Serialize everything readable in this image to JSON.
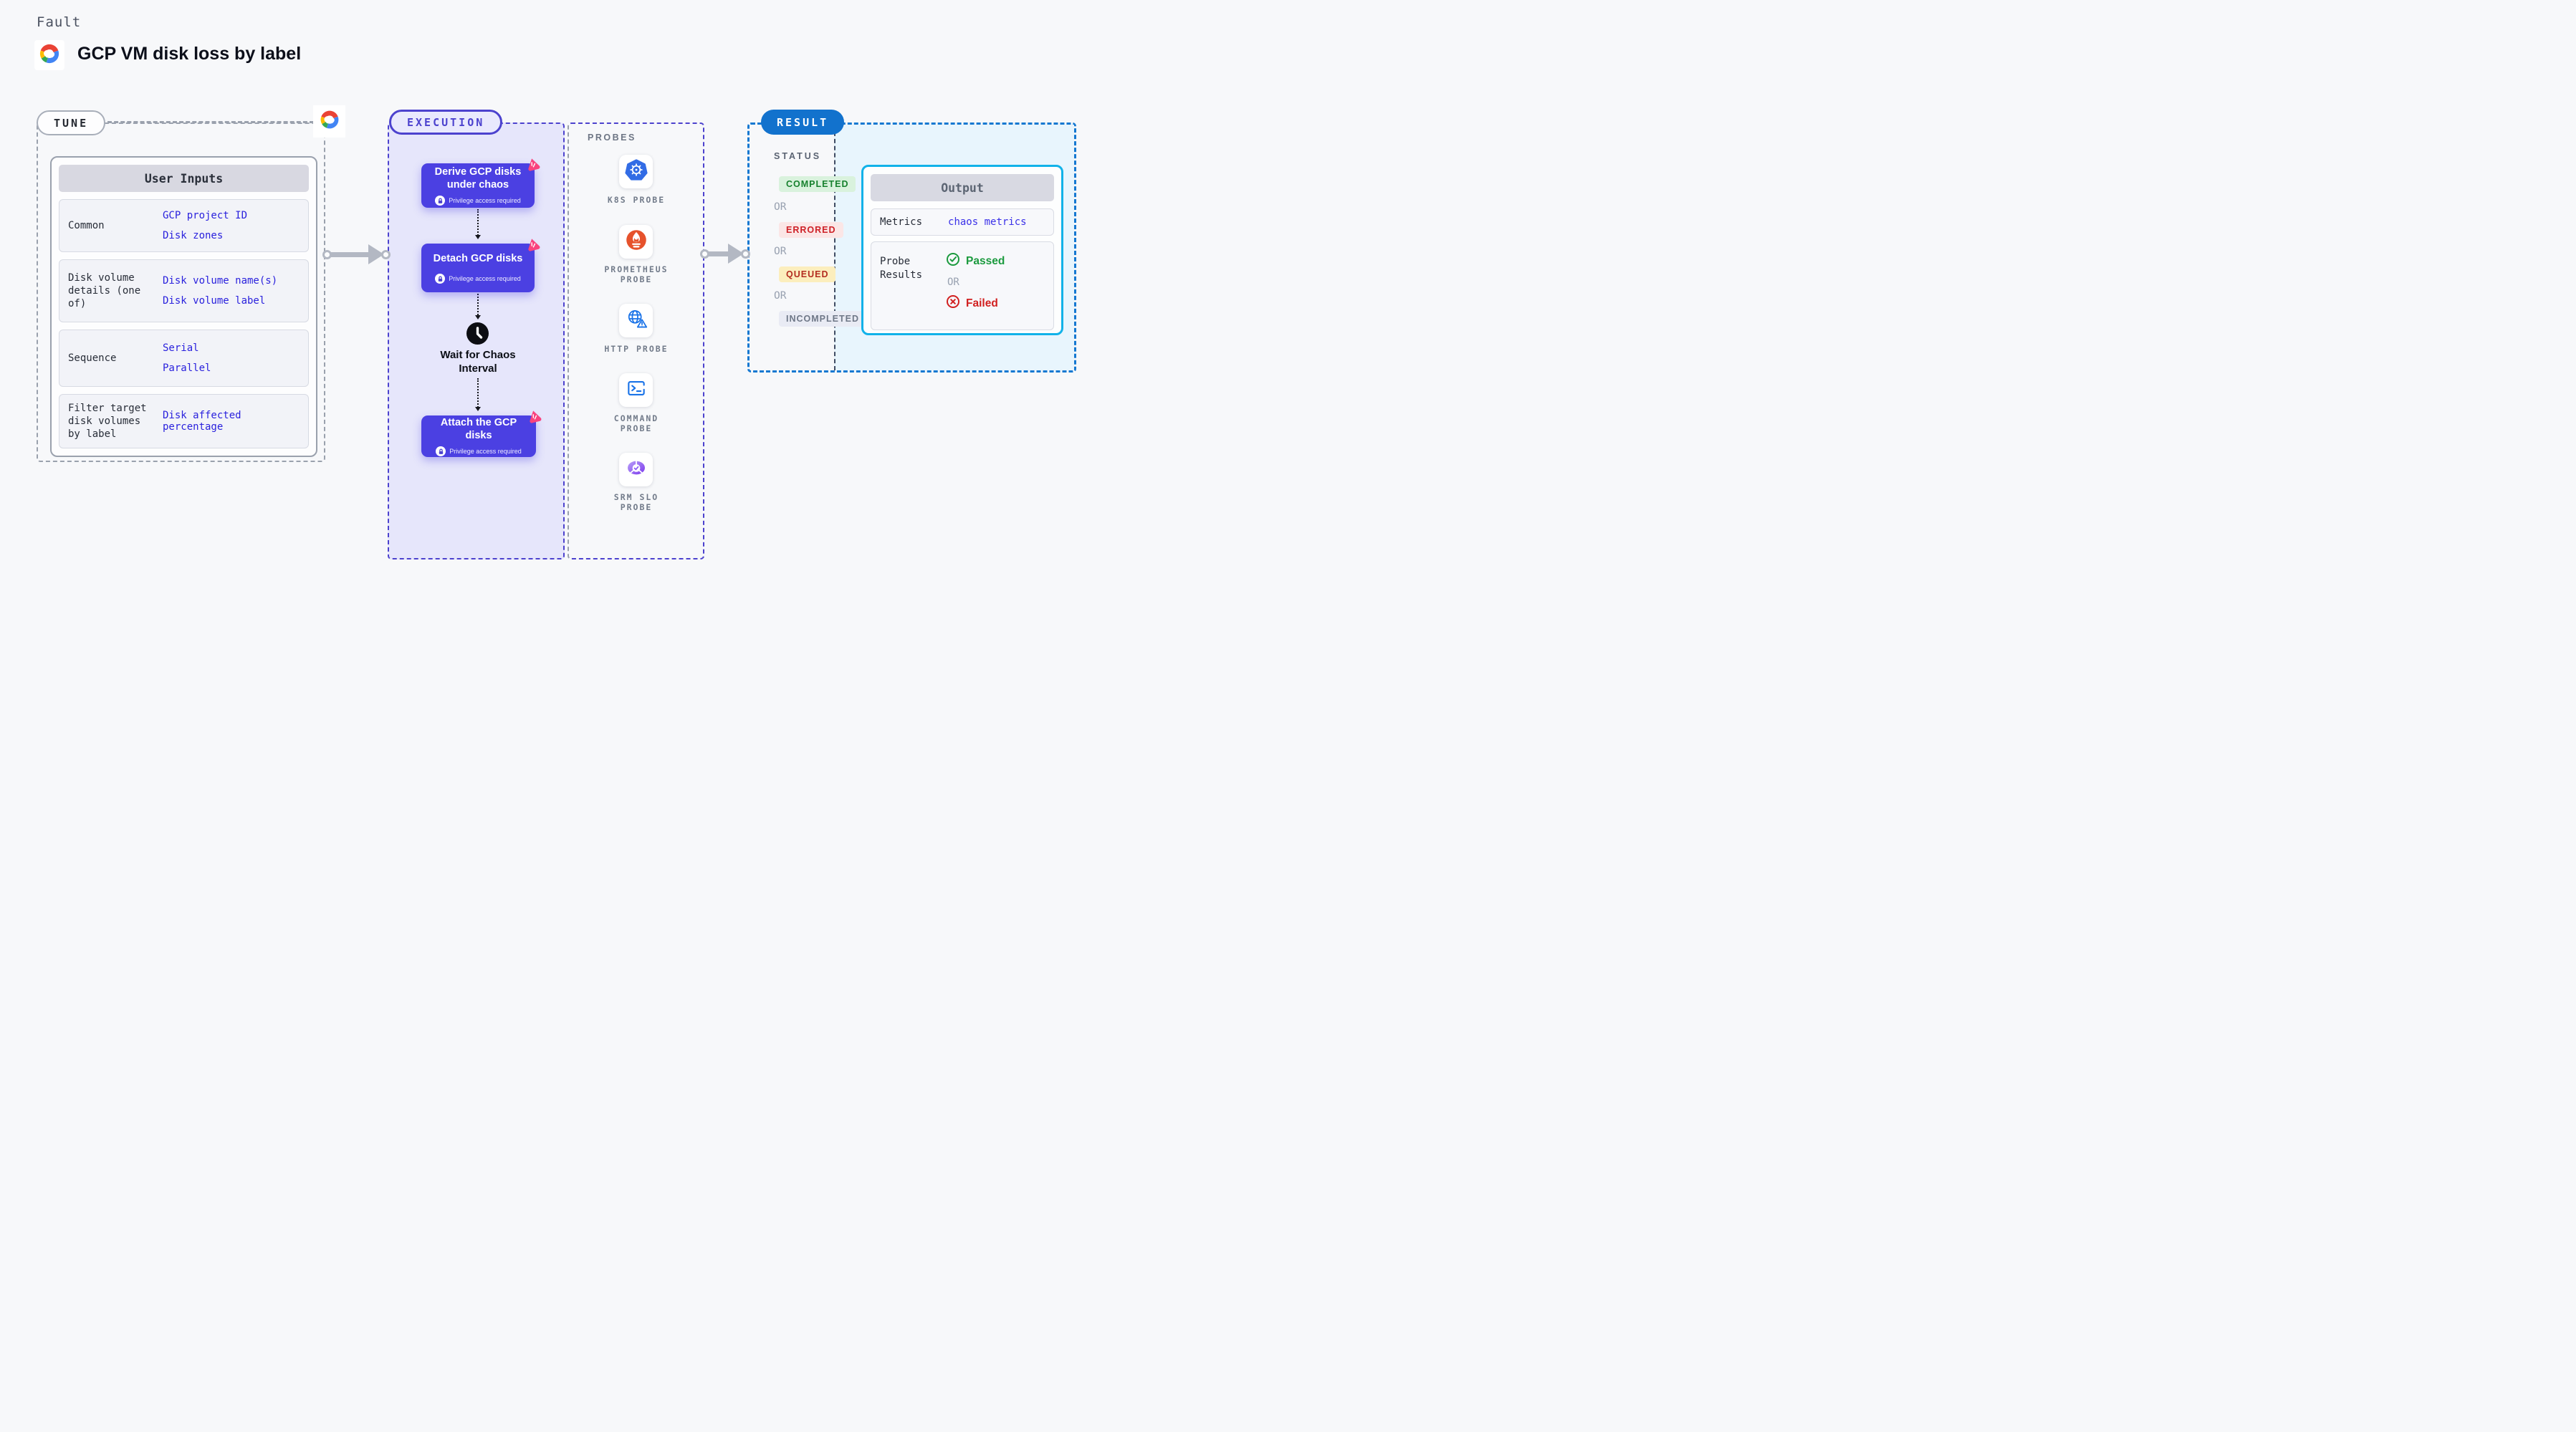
{
  "page": {
    "kind_label": "Fault",
    "title": "GCP VM disk loss by label"
  },
  "tune": {
    "badge": "TUNE",
    "table": {
      "header": "User Inputs",
      "rows": [
        {
          "label": "Common",
          "values": [
            "GCP project ID",
            "Disk zones"
          ]
        },
        {
          "label": "Disk volume details (one of)",
          "values": [
            "Disk volume name(s)",
            "Disk volume label"
          ]
        },
        {
          "label": "Sequence",
          "values": [
            "Serial",
            "Parallel"
          ]
        },
        {
          "label": "Filter target disk volumes by label",
          "values": [
            "Disk affected percentage"
          ]
        }
      ]
    }
  },
  "execution": {
    "badge": "EXECUTION",
    "steps": [
      {
        "title": "Derive GCP disks under chaos",
        "note": "Privilege access required"
      },
      {
        "title": "Detach GCP disks",
        "note": "Privilege access required"
      },
      {
        "title": "Wait for Chaos Interval"
      },
      {
        "title": "Attach the GCP disks",
        "note": "Privilege access required"
      }
    ]
  },
  "probes": {
    "heading": "PROBES",
    "items": [
      {
        "label": "K8S PROBE",
        "icon": "kubernetes-icon"
      },
      {
        "label": "PROMETHEUS PROBE",
        "icon": "prometheus-icon"
      },
      {
        "label": "HTTP PROBE",
        "icon": "http-globe-icon"
      },
      {
        "label": "COMMAND PROBE",
        "icon": "terminal-icon"
      },
      {
        "label": "SRM SLO PROBE",
        "icon": "slo-gauge-icon"
      }
    ]
  },
  "result": {
    "badge": "RESULT",
    "status": {
      "heading": "STATUS",
      "separator": "OR",
      "items": [
        "COMPLETED",
        "ERRORED",
        "QUEUED",
        "INCOMPLETED"
      ]
    },
    "output": {
      "header": "Output",
      "metrics_label": "Metrics",
      "metrics_value": "chaos metrics",
      "probe_results_label": "Probe Results",
      "passed": "Passed",
      "separator": "OR",
      "failed": "Failed"
    }
  },
  "colors": {
    "page_bg": "#f7f8fa",
    "tune_dash": "#9aa1ad",
    "indigo_dash": "#4c42ce",
    "node_indigo": "#4b40e2",
    "exec_panel_bg": "#e6e6fb",
    "result_blue": "#1272cd",
    "result_panel_bg": "#e8f5fd",
    "output_border_cyan": "#11b2e9",
    "link_blue": "#2a21dd",
    "completed_green": "#17812e",
    "errored_red": "#ce2127",
    "queued_amber_bg": "#fceebd",
    "incompleted_grey": "#6e7787",
    "passed_green": "#1b9a3e",
    "failed_red": "#d12020",
    "arrow_grey": "#b3b8c3",
    "chaos_pink": "#f9437e",
    "kubernetes_blue": "#326ce5",
    "prometheus_orange": "#e6522c",
    "probe_icon_blue": "#1a73e8"
  }
}
